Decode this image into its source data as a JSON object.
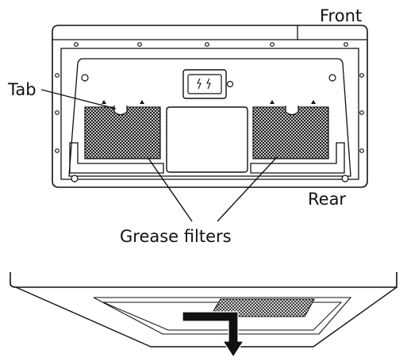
{
  "labels": {
    "front": "Front",
    "tab": "Tab",
    "rear": "Rear",
    "grease_filters": "Grease filters"
  },
  "colors": {
    "line": "#111111",
    "background": "#ffffff"
  }
}
